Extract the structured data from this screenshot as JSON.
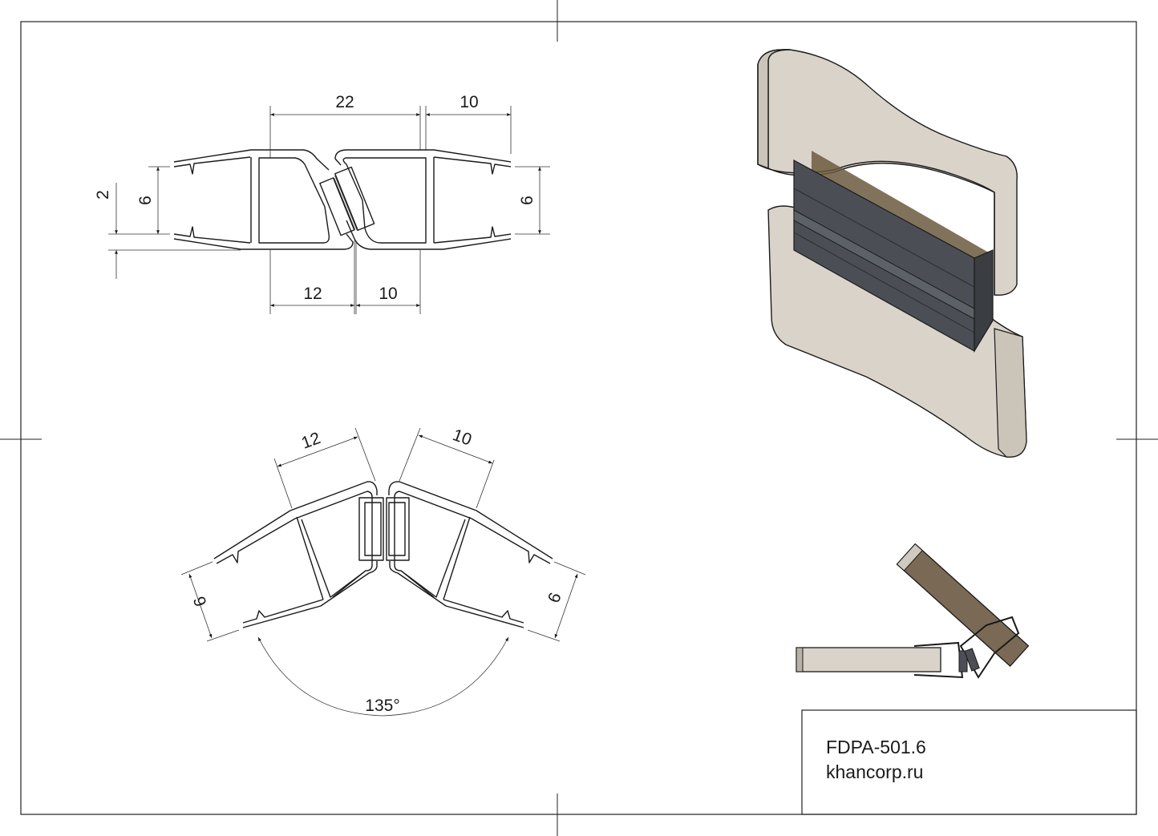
{
  "title_block": {
    "part_number": "FDPA-501.6",
    "website": "khancorp.ru"
  },
  "straight_view": {
    "dimensions": {
      "total_width": "22",
      "flange_right_top": "10",
      "glass_gap_left": "6",
      "offset": "2",
      "glass_gap_right": "6",
      "left_body": "12",
      "right_body": "10"
    }
  },
  "angled_view": {
    "dimensions": {
      "left_body": "12",
      "right_body": "10",
      "glass_gap_left": "6",
      "glass_gap_right": "6",
      "angle": "135°"
    }
  },
  "colors": {
    "glass": "#d9d3ca",
    "seal": "#4b4f55",
    "line": "#1a1a1a"
  }
}
